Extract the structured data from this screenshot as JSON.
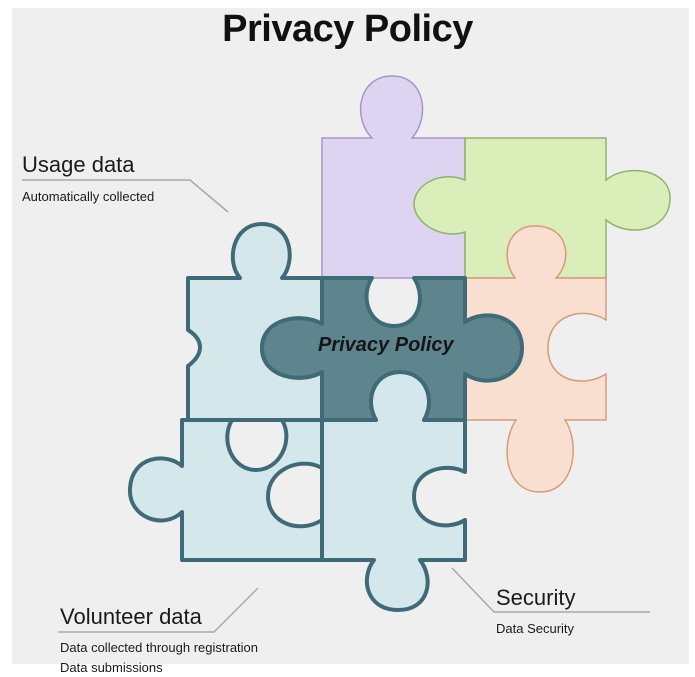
{
  "title": "Privacy Policy",
  "center_label": "Privacy Policy",
  "callouts": {
    "usage": {
      "heading": "Usage data",
      "lines": [
        "Automatically collected"
      ]
    },
    "volunteer": {
      "heading": "Volunteer data",
      "lines": [
        "Data collected through registration",
        "Data submissions"
      ]
    },
    "security": {
      "heading": "Security",
      "lines": [
        "Data Security"
      ]
    }
  },
  "colors": {
    "background": "#f0efef",
    "purple_piece": "#ddd4f2",
    "green_piece": "#d9eeb8",
    "peach_piece": "#f8dfcf",
    "blue_piece": "#d4e8ec",
    "center_piece": "#5e848e",
    "blue_outline": "#3f6b78"
  }
}
